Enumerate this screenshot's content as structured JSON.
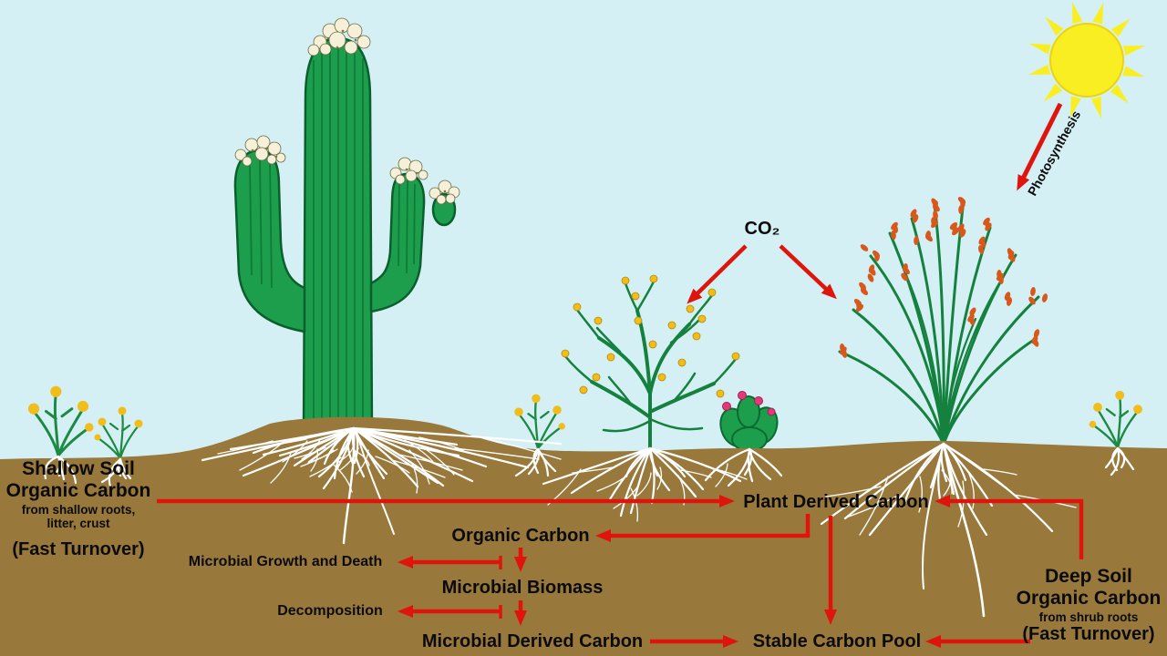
{
  "palette": {
    "sky": "#d5f0f4",
    "soil": "#98793b",
    "sun": "#f9ee21",
    "cactus_green": "#1d9e4c",
    "stem_green": "#15813f",
    "arrow_red": "#df150d",
    "root_white": "#ffffff",
    "flower_yellow": "#f0bd1b",
    "flower_pink": "#e23a78",
    "flower_white": "#f6f0d8",
    "ocotillo_orange": "#d8581c"
  },
  "labels": {
    "co2": "CO₂",
    "photosynthesis": "Photosynthesis",
    "shallow": {
      "line1": "Shallow Soil",
      "line2": "Organic Carbon",
      "sub1": "from shallow roots,",
      "sub2": "litter, crust",
      "turnover": "(Fast Turnover)"
    },
    "plant_derived": "Plant Derived Carbon",
    "organic_carbon": "Organic Carbon",
    "microbial_growth": "Microbial Growth and Death",
    "microbial_biomass": "Microbial Biomass",
    "decomposition": "Decomposition",
    "microbial_derived": "Microbial Derived Carbon",
    "stable_pool": "Stable Carbon Pool",
    "deep": {
      "line1": "Deep Soil",
      "line2": "Organic Carbon",
      "sub": "from shrub roots",
      "turnover": "(Fast Turnover)"
    }
  }
}
